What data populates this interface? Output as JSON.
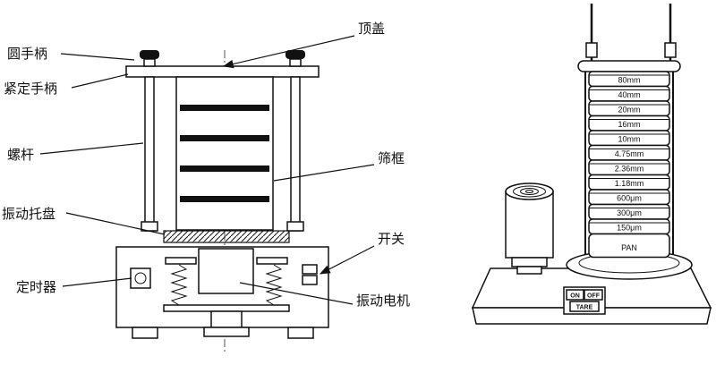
{
  "left": {
    "labels": {
      "round_handle": "圆手柄",
      "tight_handle": "紧定手柄",
      "screw_rod": "螺杆",
      "vibrating_tray": "振动托盘",
      "timer": "定时器",
      "top_cover": "顶盖",
      "sieve_frame": "筛框",
      "switch": "开关",
      "vibration_motor": "振动电机"
    }
  },
  "right": {
    "sieves": [
      "80mm",
      "40mm",
      "20mm",
      "16mm",
      "10mm",
      "4.75mm",
      "2.36mm",
      "1.18mm",
      "600μm",
      "300μm",
      "150μm"
    ],
    "pan": "PAN",
    "panel": {
      "on": "ON",
      "off": "OFF",
      "tare": "TARE"
    }
  },
  "colors": {
    "ink": "#111111",
    "background": "#ffffff"
  }
}
